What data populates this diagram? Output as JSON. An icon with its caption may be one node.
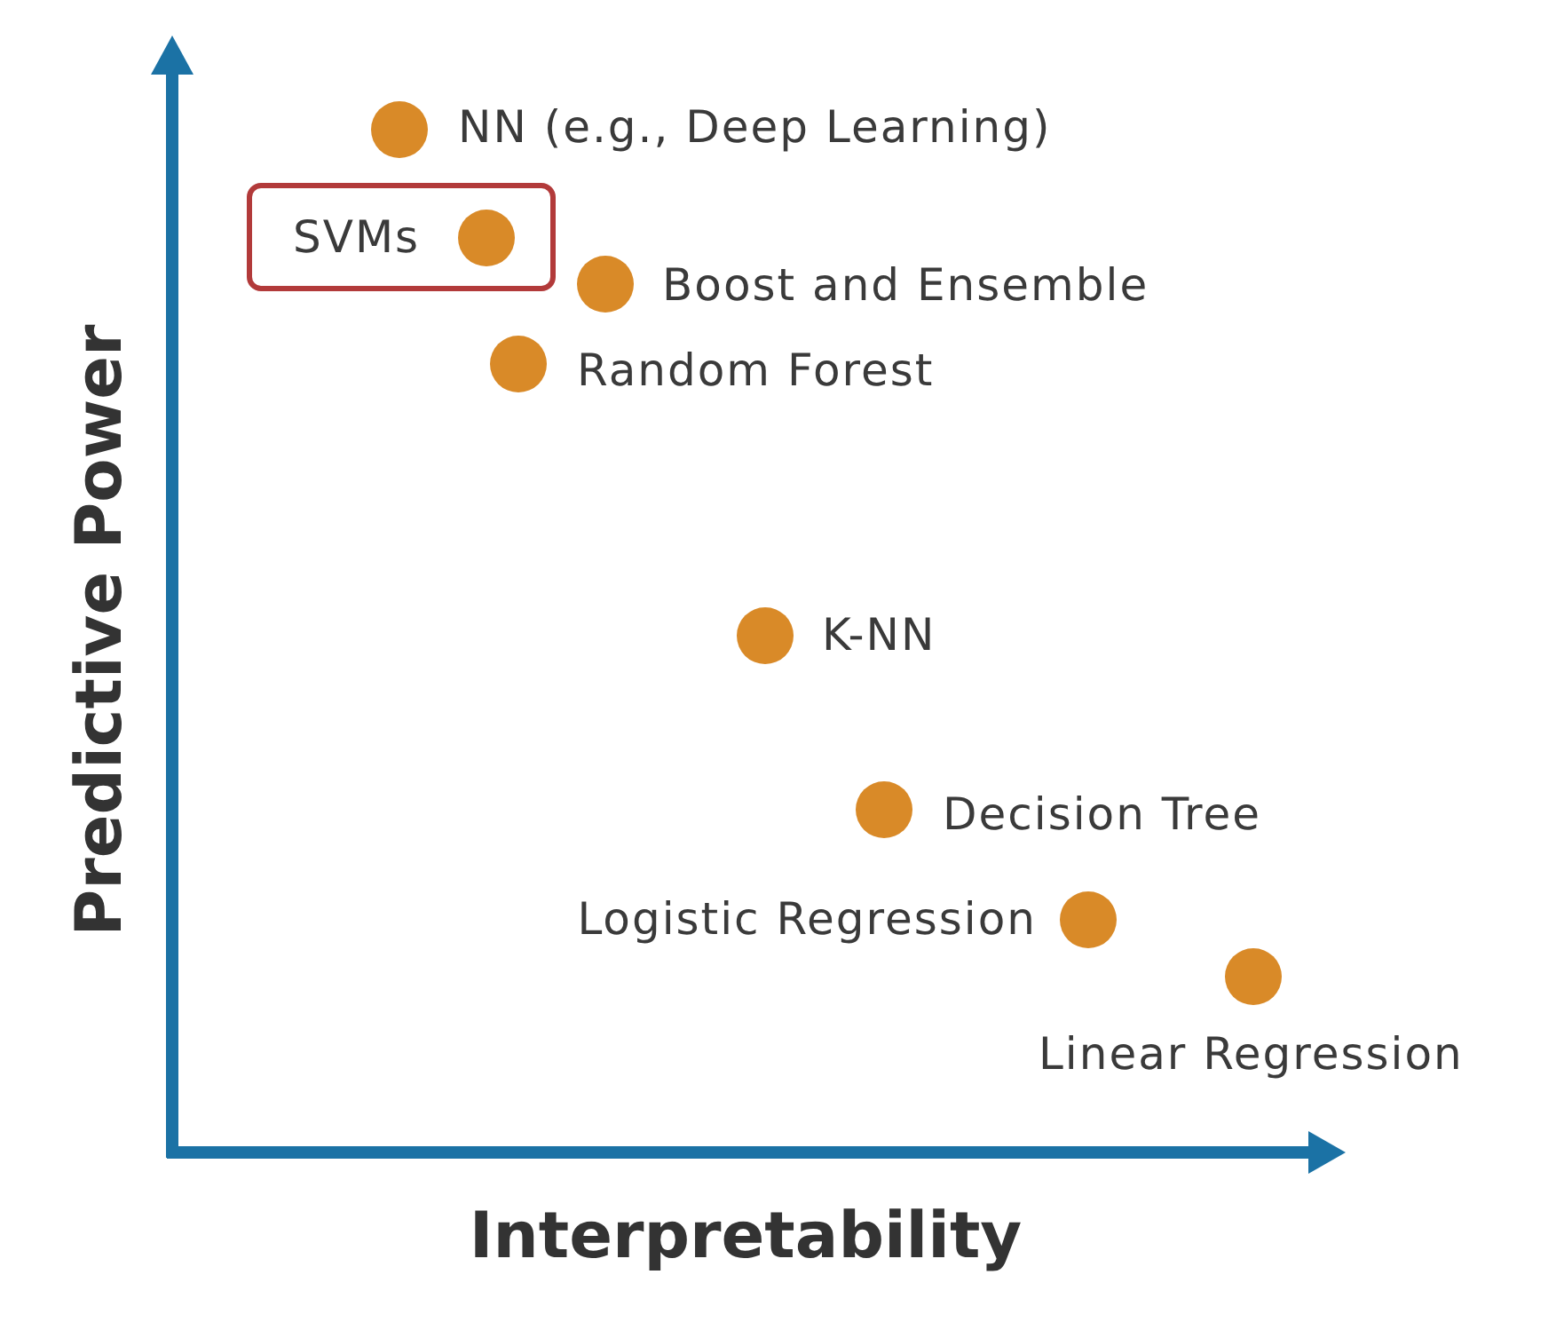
{
  "diagram": {
    "nodes": [
      {
        "text": [
          "SVMs"
        ]
      }
    ],
    "labels": [
      "NN (e.g., Deep Learning)",
      "Boost and Ensemble",
      "Random Forest",
      "K-NN",
      "Decision Tree",
      "Logistic Regression",
      "Linear Regression",
      "Predictive Power",
      "Interpretability"
    ]
  }
}
